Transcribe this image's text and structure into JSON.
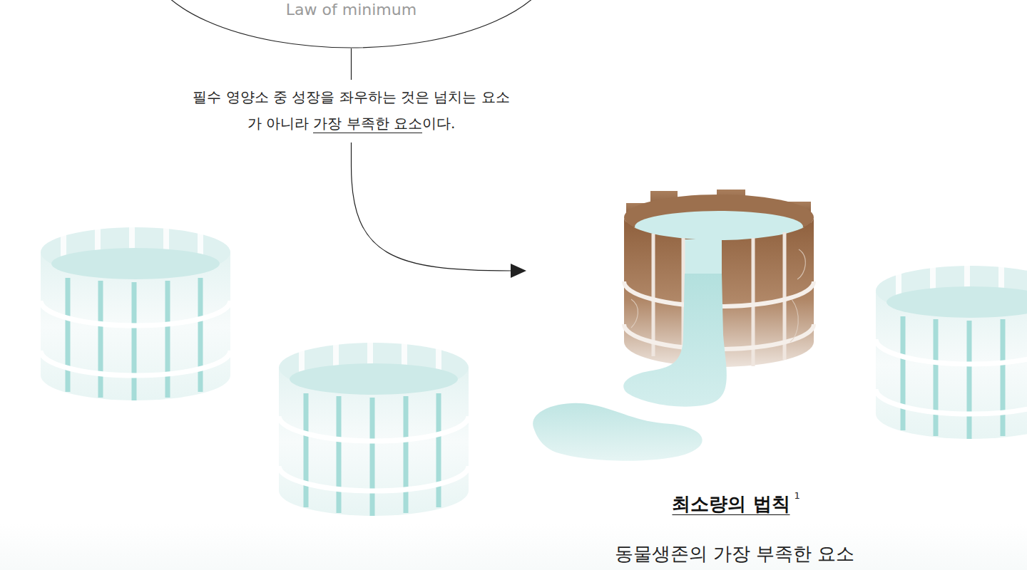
{
  "diagram": {
    "nodes": [
      {
        "text": [
          "Law of minimum"
        ]
      },
      {
        "text": [
          "최소량의 법칙",
          "동물생존의 가장 부족한 요소"
        ]
      }
    ],
    "edges": [
      {
        "from": 0,
        "to": 1,
        "arrow": "to",
        "label": "필수 영양소 중 성장을 좌우하는 것은 넘치는 요소가 아니라 가장 부족한 요소이다."
      }
    ],
    "labels": [
      "1"
    ]
  }
}
